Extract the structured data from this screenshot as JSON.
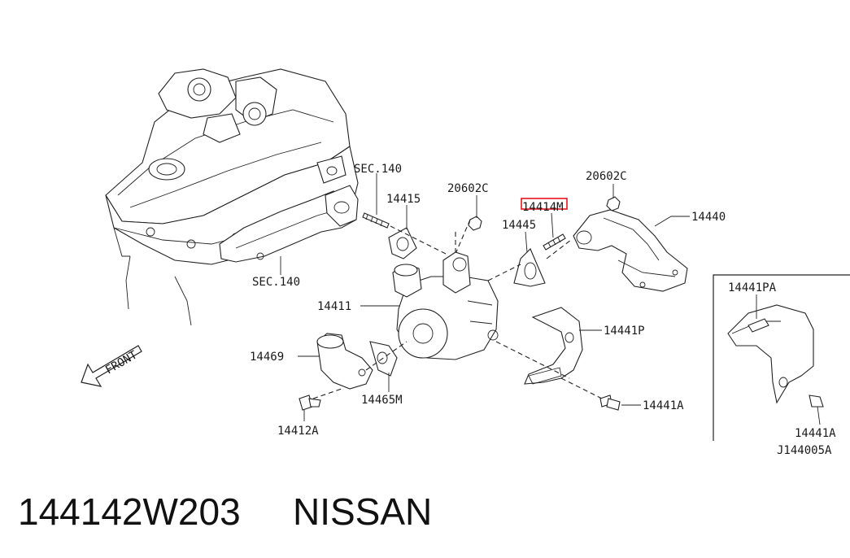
{
  "diagram": {
    "labels": {
      "sec140_top": "SEC.140",
      "sec140_bottom": "SEC.140",
      "p14415": "14415",
      "p20602c_left": "20602C",
      "p14414m": "14414M",
      "p20602c_right": "20602C",
      "p14445": "14445",
      "p14440": "14440",
      "p14411": "14411",
      "p14441p": "14441P",
      "p14469": "14469",
      "p14465m": "14465M",
      "p14412a": "14412A",
      "p14441a": "14441A",
      "p14441pa": "14441PA",
      "p14441a_inset": "14441A",
      "front": "FRONT",
      "ref_code": "J144005A"
    },
    "highlight_color": "#e8141c"
  },
  "caption": {
    "part_number": "144142W203",
    "brand": "NISSAN"
  }
}
